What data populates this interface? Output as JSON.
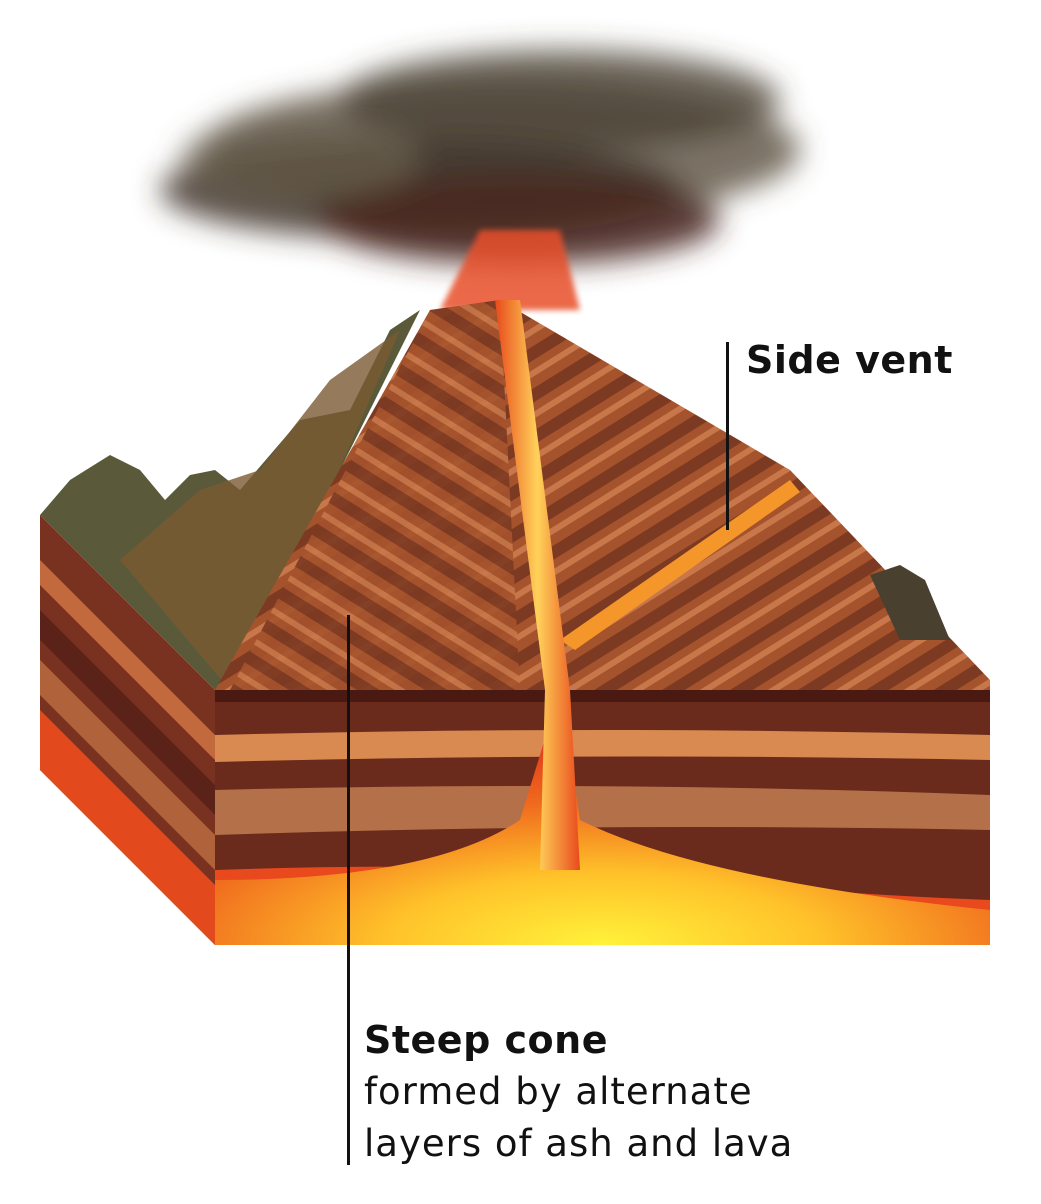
{
  "diagram": {
    "subject": "Stratovolcano cross-section",
    "colors": {
      "background": "#ffffff",
      "ash_cloud": "#3b3228",
      "cone_dark": "#7a3a20",
      "cone_light": "#c06a3a",
      "layer_dark": "#5e2418",
      "layer_light": "#d88a4e",
      "magma_red": "#e8391c",
      "magma_orange": "#f28a1e",
      "magma_yellow": "#ffe23a",
      "label_text": "#111111"
    }
  },
  "labels": {
    "side_vent": {
      "title": "Side vent"
    },
    "steep_cone": {
      "title": "Steep cone",
      "desc_line1": "formed by alternate",
      "desc_line2": "layers of ash and lava"
    }
  }
}
